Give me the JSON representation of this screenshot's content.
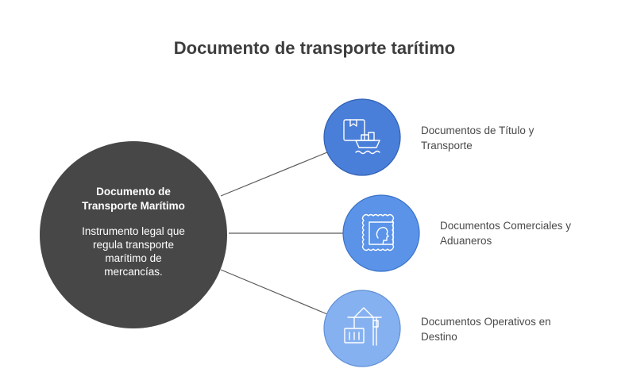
{
  "title": "Documento de transporte tarítimo",
  "center": {
    "title": "Documento de\nTransporte Marítimo",
    "description": "Instrumento legal que\nregula transporte\nmarítimo de\nmercancías."
  },
  "items": [
    {
      "label": "Documentos de Título y\nTransporte",
      "icon": "cargo-ship-icon",
      "color": "#4a7fd9"
    },
    {
      "label": "Documentos Comerciales y\nAduaneros",
      "icon": "stamp-icon",
      "color": "#5a93e8"
    },
    {
      "label": "Documentos Operativos en\nDestino",
      "icon": "crane-icon",
      "color": "#86b1f0"
    }
  ],
  "colors": {
    "center": "#474747",
    "line": "#5a5a5a"
  }
}
